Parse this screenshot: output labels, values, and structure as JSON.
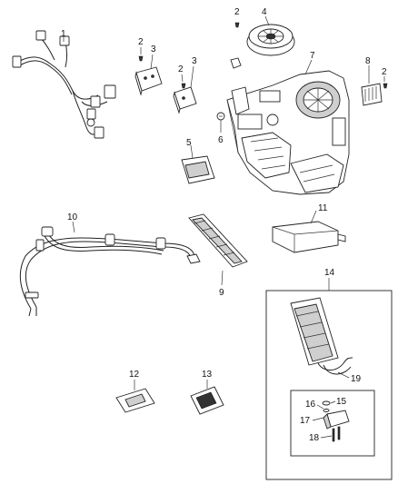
{
  "callouts": {
    "c1": "1",
    "c2a": "2",
    "c2b": "2",
    "c2c": "2",
    "c2d": "2",
    "c3a": "3",
    "c3b": "3",
    "c4": "4",
    "c5": "5",
    "c6": "6",
    "c7": "7",
    "c8": "8",
    "c9": "9",
    "c10": "10",
    "c11": "11",
    "c12": "12",
    "c13": "13",
    "c14": "14",
    "c15": "15",
    "c16": "16",
    "c17": "17",
    "c18": "18",
    "c19": "19"
  }
}
